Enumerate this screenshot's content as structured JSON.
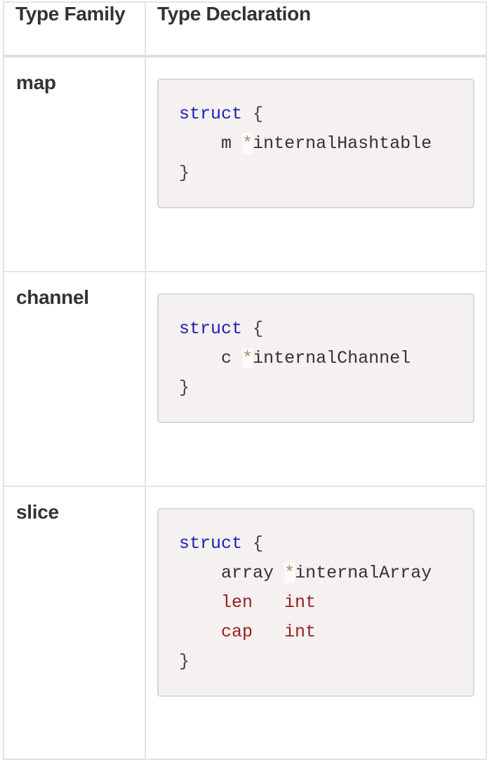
{
  "table": {
    "headers": {
      "family": "Type Family",
      "declaration": "Type Declaration"
    },
    "rows": [
      {
        "family": "map",
        "code": {
          "open_kw": "struct",
          "open_brace": " {",
          "indent": "    ",
          "field": "m",
          "gap": " ",
          "ptr": "*",
          "type": "internalHashtable",
          "close_brace": "}"
        }
      },
      {
        "family": "channel",
        "code": {
          "open_kw": "struct",
          "open_brace": " {",
          "indent": "    ",
          "field": "c",
          "gap": " ",
          "ptr": "*",
          "type": "internalChannel",
          "close_brace": "}"
        }
      },
      {
        "family": "slice",
        "code": {
          "open_kw": "struct",
          "open_brace": " {",
          "indent": "    ",
          "fields": [
            {
              "name": "array",
              "gap": " ",
              "ptr": "*",
              "type": "internalArray"
            },
            {
              "name": "len",
              "gap": "   ",
              "type": "int"
            },
            {
              "name": "cap",
              "gap": "   ",
              "type": "int"
            }
          ],
          "close_brace": "}"
        }
      }
    ]
  },
  "colors": {
    "keyword": "#1e1eb4",
    "builtin_field": "#9b1e1e",
    "pointer": "#b08c64",
    "code_background": "#f4f1f0",
    "border": "#e4e4e4"
  }
}
